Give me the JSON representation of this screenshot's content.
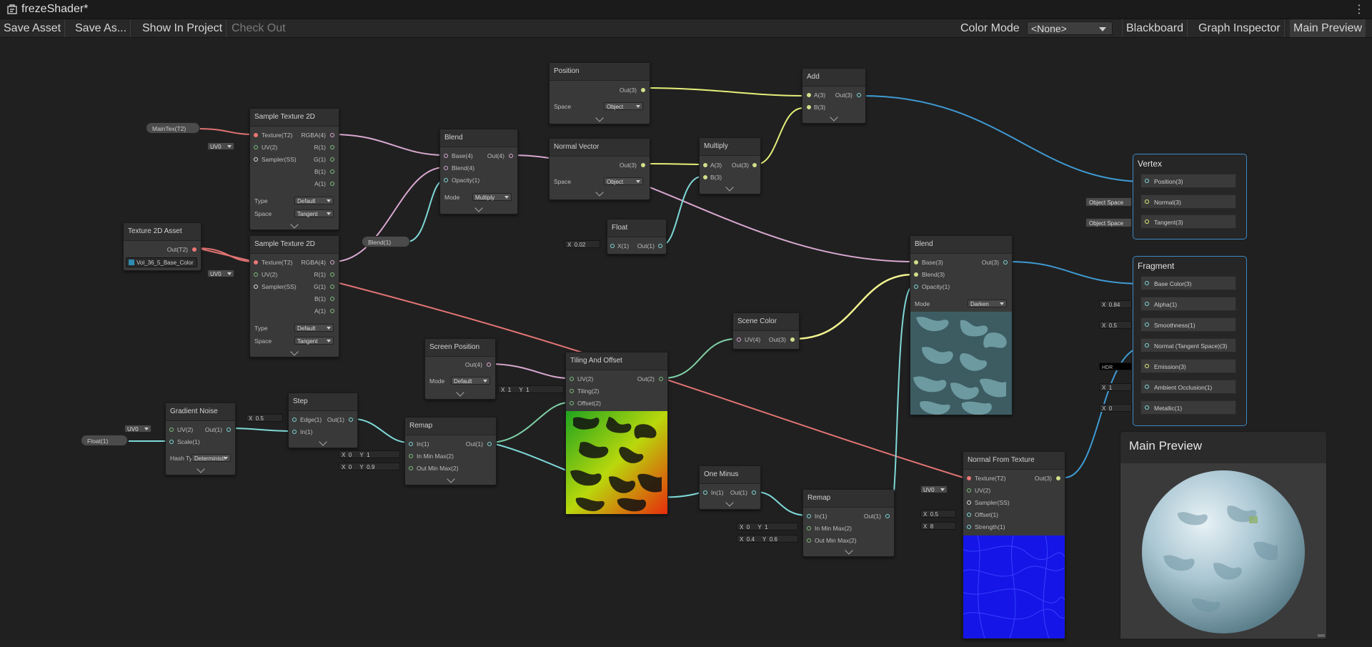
{
  "window": {
    "title": "frezeShader*"
  },
  "toolbar": {
    "save_asset": "Save Asset",
    "save_as": "Save As...",
    "show_in_project": "Show In Project",
    "check_out": "Check Out",
    "color_mode_label": "Color Mode",
    "color_mode_value": "<None>",
    "blackboard": "Blackboard",
    "graph_inspector": "Graph Inspector",
    "main_preview": "Main Preview"
  },
  "nodes": {
    "position": {
      "title": "Position",
      "out": "Out(3)",
      "space_label": "Space",
      "space_value": "Object"
    },
    "normal_vector": {
      "title": "Normal Vector",
      "out": "Out(3)",
      "space_label": "Space",
      "space_value": "Object"
    },
    "add": {
      "title": "Add",
      "a": "A(3)",
      "b": "B(3)",
      "out": "Out(3)"
    },
    "multiply": {
      "title": "Multiply",
      "a": "A(3)",
      "b": "B(3)",
      "out": "Out(3)"
    },
    "float": {
      "title": "Float",
      "x": "X(1)",
      "out": "Out(1)",
      "x_label": "X",
      "x_value": "0.02"
    },
    "maintex": {
      "label": "MainTex(T2)"
    },
    "sample1": {
      "title": "Sample Texture 2D",
      "in_tex": "Texture(T2)",
      "in_uv": "UV(2)",
      "in_sampler": "Sampler(SS)",
      "o_rgba": "RGBA(4)",
      "o_r": "R(1)",
      "o_g": "G(1)",
      "o_b": "B(1)",
      "o_a": "A(1)",
      "type_label": "Type",
      "type_value": "Default",
      "space_label": "Space",
      "space_value": "Tangent",
      "uv_value": "UV0"
    },
    "sample2": {
      "title": "Sample Texture 2D",
      "in_tex": "Texture(T2)",
      "in_uv": "UV(2)",
      "in_sampler": "Sampler(SS)",
      "o_rgba": "RGBA(4)",
      "o_r": "R(1)",
      "o_g": "G(1)",
      "o_b": "B(1)",
      "o_a": "A(1)",
      "type_label": "Type",
      "type_value": "Default",
      "space_label": "Space",
      "space_value": "Tangent",
      "uv_value": "UV0"
    },
    "tex_asset": {
      "title": "Texture 2D Asset",
      "out": "Out(T2)",
      "value": "Vol_36_5_Base_Color"
    },
    "blend_prop": {
      "label": "Blend(1)"
    },
    "blend1": {
      "title": "Blend",
      "base": "Base(4)",
      "blend": "Blend(4)",
      "opacity": "Opacity(1)",
      "out": "Out(4)",
      "mode_label": "Mode",
      "mode_value": "Multiply"
    },
    "blend2": {
      "title": "Blend",
      "base": "Base(3)",
      "blend": "Blend(3)",
      "opacity": "Opacity(1)",
      "out": "Out(3)",
      "mode_label": "Mode",
      "mode_value": "Darken"
    },
    "scene_color": {
      "title": "Scene Color",
      "uv": "UV(4)",
      "out": "Out(3)"
    },
    "screen_pos": {
      "title": "Screen Position",
      "out": "Out(4)",
      "mode_label": "Mode",
      "mode_value": "Default"
    },
    "tiling": {
      "title": "Tiling And Offset",
      "uv": "UV(2)",
      "tiling": "Tiling(2)",
      "offset": "Offset(2)",
      "out": "Out(2)",
      "x_label": "X",
      "x_value": "1",
      "y_label": "Y",
      "y_value": "1"
    },
    "noise": {
      "title": "Gradient Noise",
      "uv": "UV(2)",
      "scale": "Scale(1)",
      "out": "Out(1)",
      "hash_label": "Hash Ty",
      "hash_value": "Deterministi",
      "uv_value": "UV0"
    },
    "float_prop": {
      "label": "Float(1)"
    },
    "step": {
      "title": "Step",
      "edge": "Edge(1)",
      "in": "In(1)",
      "out": "Out(1)",
      "x_label": "X",
      "x_value": "0.5"
    },
    "remap1": {
      "title": "Remap",
      "in": "In(1)",
      "in_minmax": "In Min Max(2)",
      "out_minmax": "Out Min Max(2)",
      "out": "Out(1)",
      "r1x_label": "X",
      "r1x": "0",
      "r1y_label": "Y",
      "r1y": "1",
      "r2x_label": "X",
      "r2x": "0",
      "r2y_label": "Y",
      "r2y": "0.9"
    },
    "one_minus": {
      "title": "One Minus",
      "in": "In(1)",
      "out": "Out(1)"
    },
    "remap2": {
      "title": "Remap",
      "in": "In(1)",
      "in_minmax": "In Min Max(2)",
      "out_minmax": "Out Min Max(2)",
      "out": "Out(1)",
      "r1x_label": "X",
      "r1x": "0",
      "r1y_label": "Y",
      "r1y": "1",
      "r2x_label": "X",
      "r2x": "0.4",
      "r2y_label": "Y",
      "r2y": "0.6"
    },
    "normal_tex": {
      "title": "Normal From Texture",
      "tex": "Texture(T2)",
      "uv": "UV(2)",
      "sampler": "Sampler(SS)",
      "offset": "Offset(1)",
      "strength": "Strength(1)",
      "out": "Out(3)",
      "uv_value": "UV0",
      "off_label": "X",
      "off_value": "0.5",
      "str_label": "X",
      "str_value": "8"
    }
  },
  "vertex": {
    "title": "Vertex",
    "position": "Position(3)",
    "normal": "Normal(3)",
    "tangent": "Tangent(3)",
    "normal_ext": "Object Space",
    "tangent_ext": "Object Space"
  },
  "fragment": {
    "title": "Fragment",
    "base_color": "Base Color(3)",
    "alpha": "Alpha(1)",
    "smoothness": "Smoothness(1)",
    "normal": "Normal (Tangent Space)(3)",
    "emission": "Emission(3)",
    "ao": "Ambient Occlusion(1)",
    "metallic": "Metallic(1)",
    "alpha_label": "X",
    "alpha_val": "0.84",
    "smooth_label": "X",
    "smooth_val": "0.5",
    "emission_val": "HDR",
    "ao_label": "X",
    "ao_val": "1",
    "metal_label": "X",
    "metal_val": "0"
  },
  "preview": {
    "title": "Main Preview"
  },
  "colors": {
    "float_wire": "#cfe08a",
    "vec3_wire": "#e5f07a",
    "tex_wire": "#e07373",
    "vec4_wire": "#d8a8d0",
    "vec2_wire": "#7fd0a8",
    "accent": "#3f88c2"
  }
}
